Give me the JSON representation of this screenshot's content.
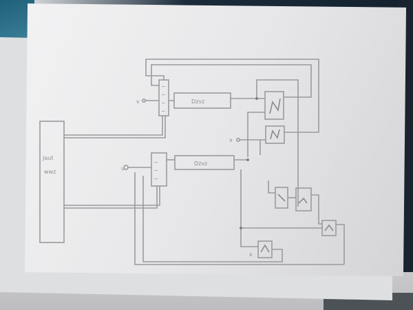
{
  "photo": {
    "subject": "Hand-drawn block diagram on paper",
    "colors": {
      "paper": "#eeeeef",
      "pencil": "#9a9a9c",
      "background_dark": "#1a2430",
      "background_blue": "#2f6f8a"
    }
  },
  "diagram": {
    "blocks": [
      {
        "id": "tall-block",
        "label_line1": "Jaut",
        "label_line2": "wwz"
      },
      {
        "id": "mux-top",
        "pins": [
          "~",
          "~",
          "~",
          "~"
        ]
      },
      {
        "id": "delay-top",
        "label": "Dzvz"
      },
      {
        "id": "mux-bottom",
        "pins": [
          "~",
          "~",
          "~"
        ]
      },
      {
        "id": "delay-bottom",
        "label": "Dzvz"
      },
      {
        "id": "sum-top",
        "symbol": "Σ"
      },
      {
        "id": "sum-mid",
        "symbol": "Σ"
      },
      {
        "id": "gain-left",
        "symbol": "×"
      },
      {
        "id": "sum-right-pair",
        "symbol": "Σ"
      },
      {
        "id": "sum-lower-right",
        "symbol": "Σ"
      },
      {
        "id": "sum-bottom",
        "symbol": "Σ"
      }
    ],
    "inputs": [
      {
        "id": "input-top",
        "label": "v"
      },
      {
        "id": "input-mid",
        "label": "x"
      },
      {
        "id": "input-left",
        "label": "u"
      },
      {
        "id": "input-bottom",
        "label": "x"
      }
    ]
  }
}
